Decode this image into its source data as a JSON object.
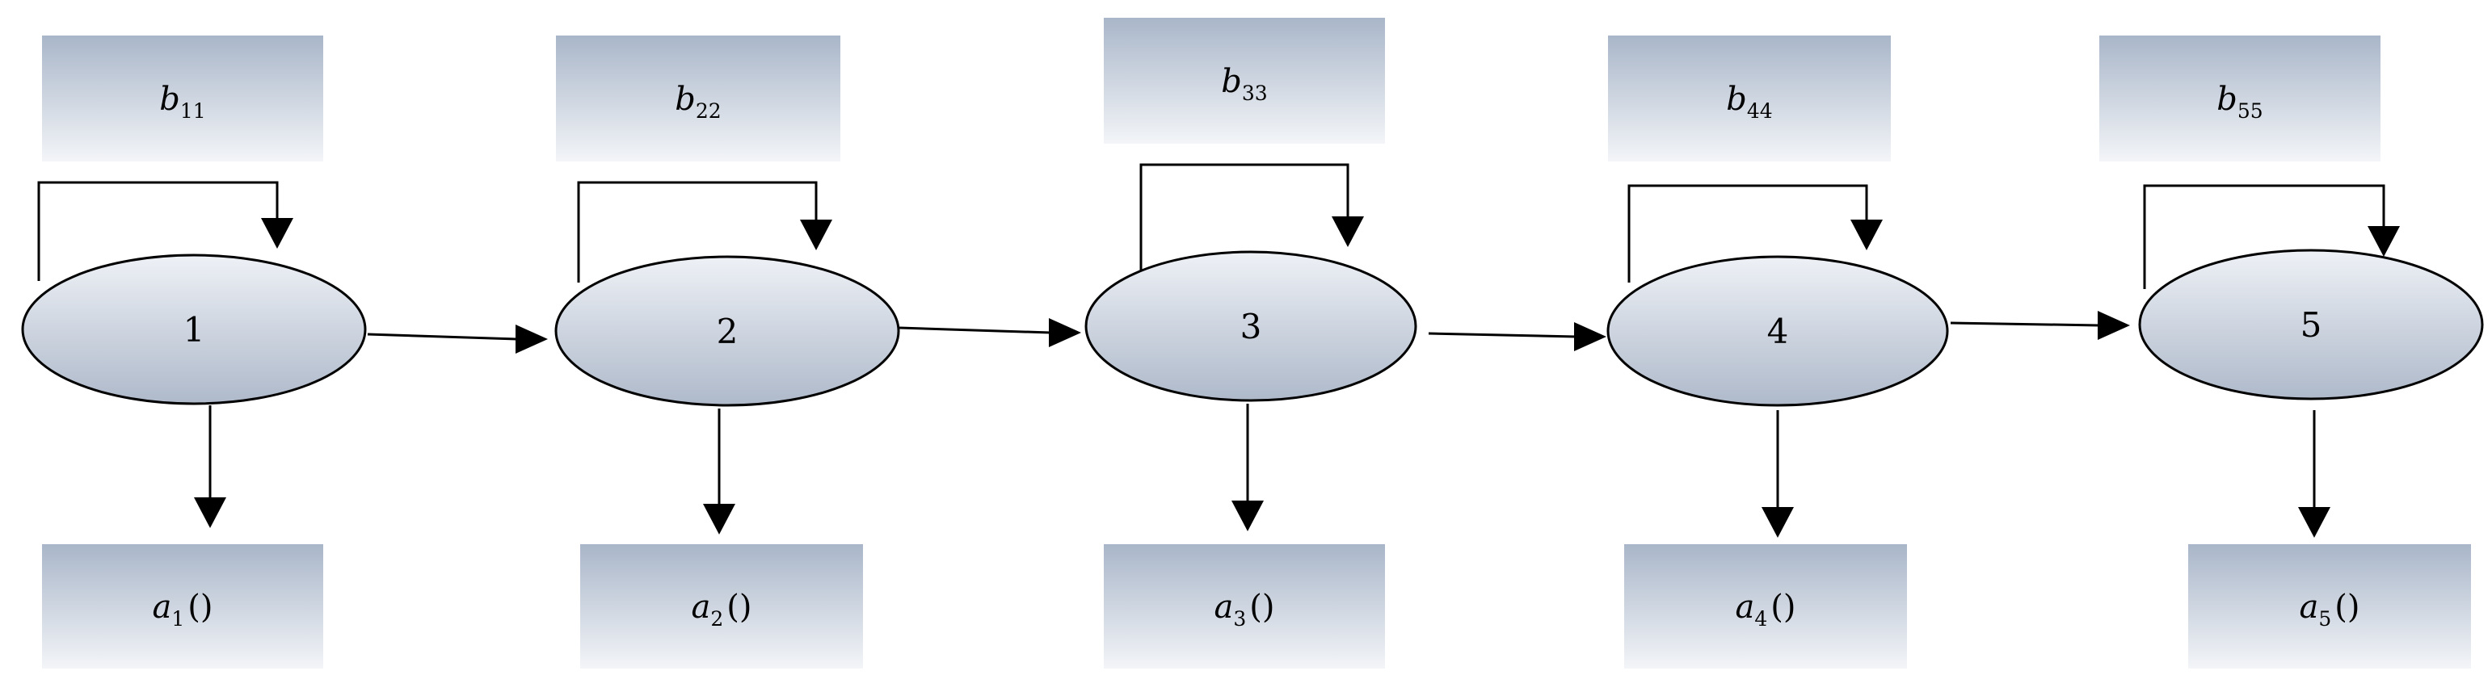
{
  "colors": {
    "box_top": "#a9b6c9",
    "box_bottom": "#f3f5f8",
    "node_top": "#eef1f6",
    "node_bottom": "#aeb9ca",
    "stroke": "#000000"
  },
  "nodes": [
    {
      "label": "1",
      "top_box": {
        "main": "b",
        "sub": "11"
      },
      "bottom_box": {
        "main": "a",
        "sub": "1",
        "suffix": "()"
      }
    },
    {
      "label": "2",
      "top_box": {
        "main": "b",
        "sub": "22"
      },
      "bottom_box": {
        "main": "a",
        "sub": "2",
        "suffix": "()"
      }
    },
    {
      "label": "3",
      "top_box": {
        "main": "b",
        "sub": "33"
      },
      "bottom_box": {
        "main": "a",
        "sub": "3",
        "suffix": "()"
      }
    },
    {
      "label": "4",
      "top_box": {
        "main": "b",
        "sub": "44"
      },
      "bottom_box": {
        "main": "a",
        "sub": "4",
        "suffix": "()"
      }
    },
    {
      "label": "5",
      "top_box": {
        "main": "b",
        "sub": "55"
      },
      "bottom_box": {
        "main": "a",
        "sub": "5",
        "suffix": "()"
      }
    }
  ],
  "edges": [
    {
      "from": "1",
      "to": "2"
    },
    {
      "from": "2",
      "to": "3"
    },
    {
      "from": "3",
      "to": "4"
    },
    {
      "from": "4",
      "to": "5"
    }
  ]
}
